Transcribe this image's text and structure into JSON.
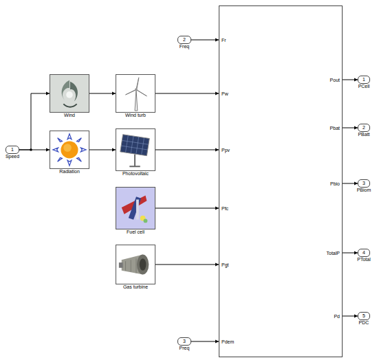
{
  "diagram": {
    "nodes": [
      {
        "text": [
          "1",
          "Speed"
        ]
      },
      {
        "text": [
          "Wind"
        ]
      },
      {
        "text": [
          "Radiation"
        ]
      },
      {
        "text": [
          "Wind turb"
        ]
      },
      {
        "text": [
          "Photovoltaic"
        ]
      },
      {
        "text": [
          "Fuel cell"
        ]
      },
      {
        "text": [
          "Gas turbine"
        ]
      },
      {
        "text": [
          "2",
          "Freq"
        ]
      },
      {
        "text": [
          "3",
          "Preq"
        ]
      },
      {
        "text": [
          "Fr",
          "Pw",
          "Ppv",
          "Pfc",
          "Pgt",
          "Pdem",
          "Pout",
          "Pbat",
          "Pbio",
          "TotalP",
          "Pd"
        ]
      },
      {
        "text": [
          "1",
          "PCell"
        ]
      },
      {
        "text": [
          "2",
          "PBatt"
        ]
      },
      {
        "text": [
          "3",
          "PBiom"
        ]
      },
      {
        "text": [
          "4",
          "PTotal"
        ]
      },
      {
        "text": [
          "5",
          "PDC"
        ]
      }
    ],
    "edges": [
      {
        "from": 0,
        "to": 1,
        "arrow": "to"
      },
      {
        "from": 0,
        "to": 2,
        "arrow": "to"
      },
      {
        "from": 1,
        "to": 3,
        "arrow": "to"
      },
      {
        "from": 2,
        "to": 4,
        "arrow": "to"
      },
      {
        "from": 7,
        "to": 9,
        "arrow": "to"
      },
      {
        "from": 3,
        "to": 9,
        "arrow": "to"
      },
      {
        "from": 4,
        "to": 9,
        "arrow": "to"
      },
      {
        "from": 5,
        "to": 9,
        "arrow": "to"
      },
      {
        "from": 6,
        "to": 9,
        "arrow": "to"
      },
      {
        "from": 8,
        "to": 9,
        "arrow": "to"
      },
      {
        "from": 9,
        "to": 10,
        "arrow": "to"
      },
      {
        "from": 9,
        "to": 11,
        "arrow": "to"
      },
      {
        "from": 9,
        "to": 12,
        "arrow": "to"
      },
      {
        "from": 9,
        "to": 13,
        "arrow": "to"
      },
      {
        "from": 9,
        "to": 14,
        "arrow": "to"
      }
    ]
  }
}
